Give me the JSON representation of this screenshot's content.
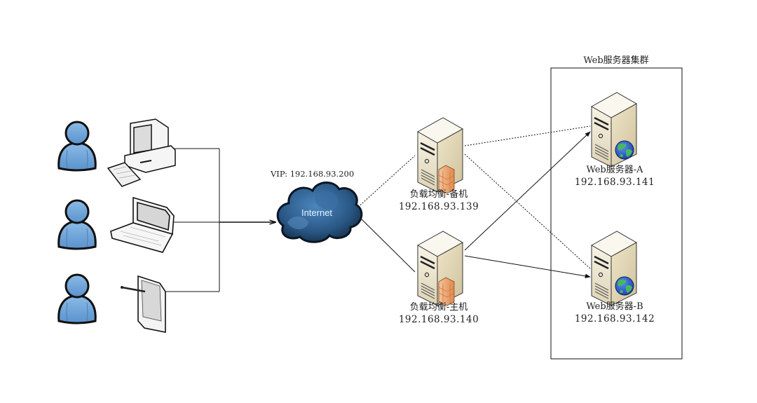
{
  "diagram": {
    "type": "network-topology",
    "vip_label": "VIP: 192.168.93.200",
    "cloud_label": "Internet",
    "cluster_title": "Web服务器集群",
    "clients": [
      {
        "user": "user",
        "device": "desktop-computer"
      },
      {
        "user": "user",
        "device": "laptop"
      },
      {
        "user": "user",
        "device": "tablet"
      }
    ],
    "load_balancers": {
      "backup": {
        "name": "负载均衡-备机",
        "ip": "192.168.93.139"
      },
      "master": {
        "name": "负载均衡-主机",
        "ip": "192.168.93.140"
      }
    },
    "web_servers": {
      "a": {
        "name": "Web服务器-A",
        "ip": "192.168.93.141"
      },
      "b": {
        "name": "Web服务器-B",
        "ip": "192.168.93.142"
      }
    },
    "connections": [
      {
        "from": "clients",
        "to": "internet",
        "style": "solid",
        "arrow": true
      },
      {
        "from": "internet",
        "to": "lb-backup",
        "style": "dotted",
        "arrow": false
      },
      {
        "from": "internet",
        "to": "lb-master",
        "style": "solid",
        "arrow": false
      },
      {
        "from": "lb-backup",
        "to": "web-a",
        "style": "dotted",
        "arrow": false
      },
      {
        "from": "lb-backup",
        "to": "web-b",
        "style": "dotted",
        "arrow": false
      },
      {
        "from": "lb-master",
        "to": "web-a",
        "style": "solid",
        "arrow": true
      },
      {
        "from": "lb-master",
        "to": "web-b",
        "style": "solid",
        "arrow": true
      }
    ],
    "colors": {
      "user_fill": "#6fa6dc",
      "cloud_fill": "#2d5f8e",
      "server_body": "#efe8d2",
      "firewall": "#e9a06a",
      "globe_blue": "#2a5bd7",
      "globe_green": "#3fae5a"
    }
  }
}
